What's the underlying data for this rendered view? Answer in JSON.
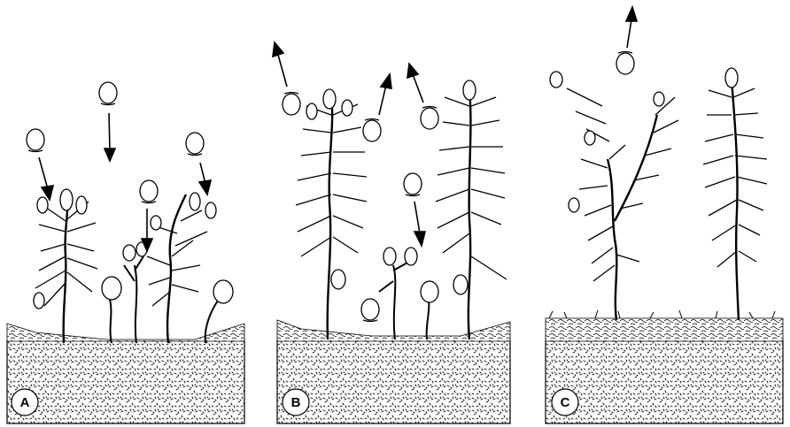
{
  "figure": {
    "panels": [
      {
        "id": "A",
        "label": "A"
      },
      {
        "id": "B",
        "label": "B"
      },
      {
        "id": "C",
        "label": "C"
      }
    ],
    "colors": {
      "ink": "#000000",
      "background": "#ffffff"
    },
    "icons": [
      "seed-capsule-icon",
      "arrow-icon",
      "plant-frond-icon"
    ]
  }
}
